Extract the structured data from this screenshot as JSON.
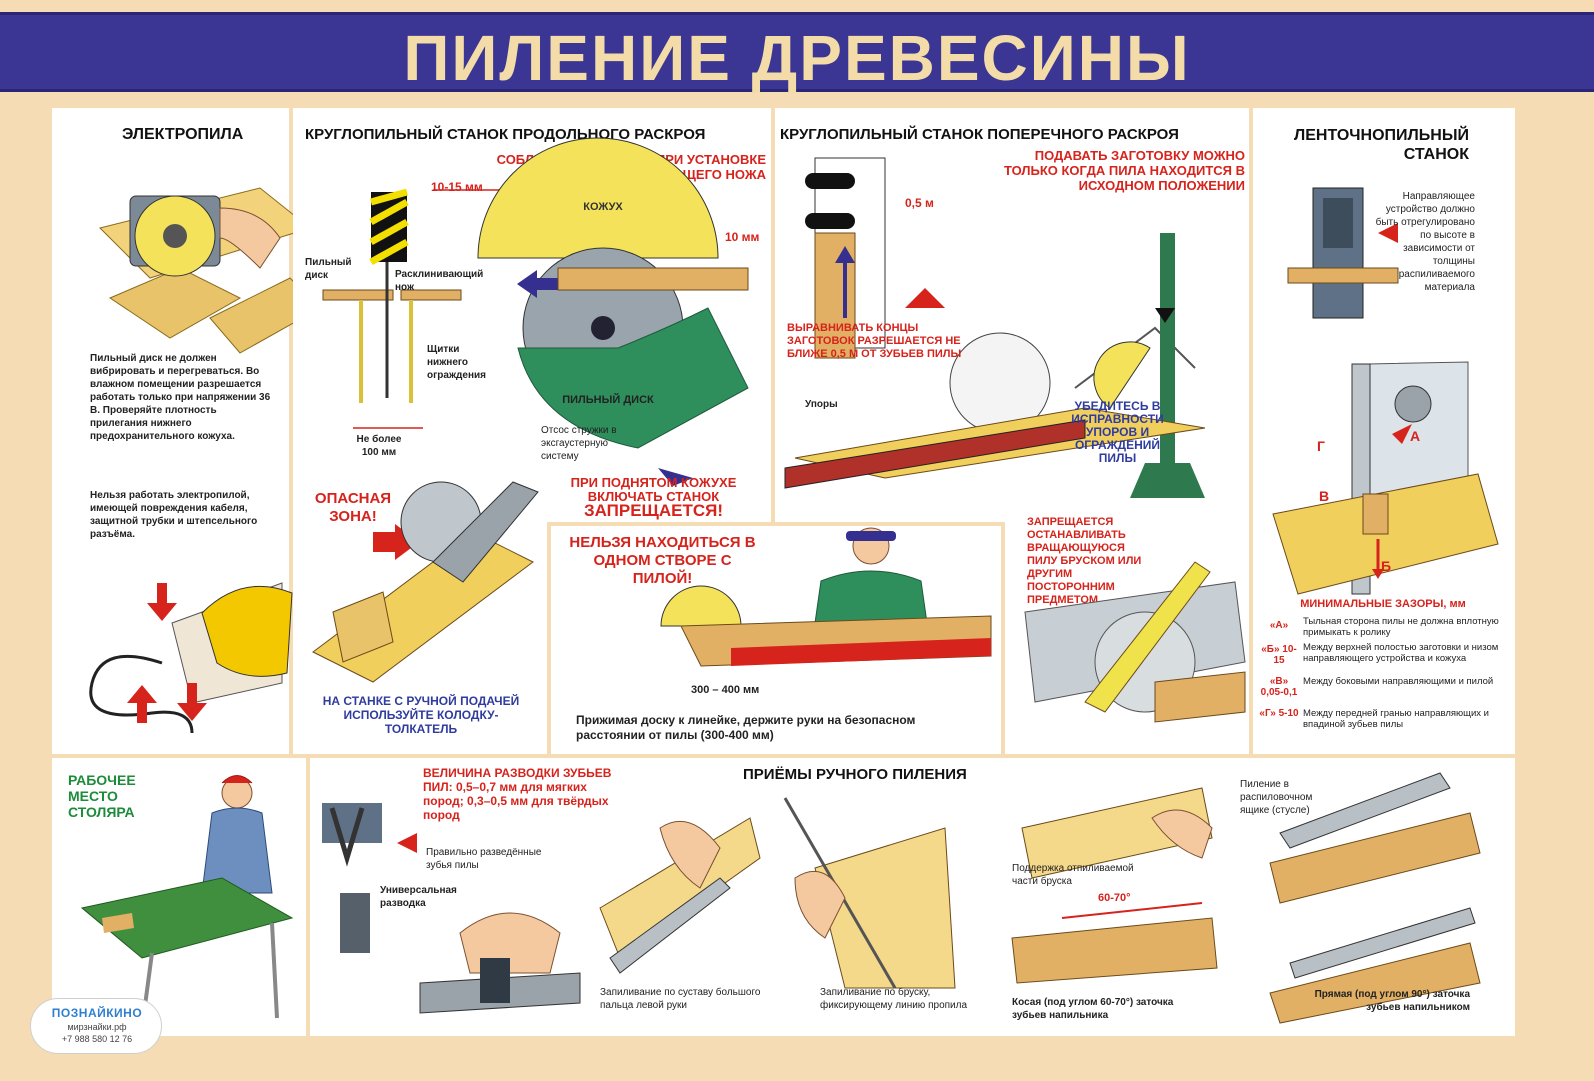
{
  "title": "ПИЛЕНИЕ ДРЕВЕСИНЫ",
  "colors": {
    "banner": "#3b3594",
    "title": "#f3dca8",
    "background": "#f6dcb4",
    "warning": "#d6231c",
    "note": "#2f3c9e"
  },
  "electrosaw": {
    "title": "ЭЛЕКТРОПИЛА",
    "rules": "Пильный диск не должен вибрировать и перегреваться. Во влажном помещении разрешается работать только при напряжении 36 В. Проверяйте плотность прилегания нижнего предохранительного кожуха.",
    "warning": "Нельзя работать электропилой, имеющей повреждения кабеля, защитной трубки и штепсельного разъёма."
  },
  "rip_saw": {
    "title": "КРУГЛОПИЛЬНЫЙ СТАНОК ПРОДОЛЬНОГО РАСКРОЯ",
    "gap_note": "СОБЛЮДАЙТЕ ЗАЗОРЫ ПРИ УСТАНОВКЕ РАСКЛИНИВАЮЩЕГО НОЖА",
    "dim_10_15": "10-15 мм",
    "dim_10": "10 мм",
    "label_disk": "Пильный диск",
    "label_knife": "Расклинивающий нож",
    "label_shields": "Щитки нижнего ограждения",
    "label_max": "Не более 100 мм",
    "hood": "КОЖУХ",
    "disk": "ПИЛЬНЫЙ ДИСК",
    "exhaust": "Отсос стружки в эксгаустерную систему",
    "hood_warning_a": "ПРИ ПОДНЯТОМ КОЖУХЕ ВКЛЮЧАТЬ СТАНОК",
    "hood_warning_b": "ЗАПРЕЩАЕТСЯ!",
    "danger": "ОПАСНАЯ ЗОНА!",
    "pusher": "НА СТАНКЕ С РУЧНОЙ ПОДАЧЕЙ ИСПОЛЬЗУЙТЕ КОЛОДКУ-ТОЛКАТЕЛЬ"
  },
  "cross_saw": {
    "title": "КРУГЛОПИЛЬНЫЙ СТАНОК ПОПЕРЕЧНОГО РАСКРОЯ",
    "feed_note": "ПОДАВАТЬ ЗАГОТОВКУ МОЖНО ТОЛЬКО КОГДА ПИЛА НАХОДИТСЯ В ИСХОДНОМ ПОЛОЖЕНИИ",
    "dim_05": "0,5 м",
    "align_note": "ВЫРАВНИВАТЬ КОНЦЫ ЗАГОТОВОК РАЗРЕШАЕТСЯ НЕ БЛИЖЕ 0,5 м ОТ ЗУБЬЕВ ПИЛЫ",
    "stops": "Упоры",
    "check_note": "УБЕДИТЕСЬ В ИСПРАВНОСТИ УПОРОВ И ОГРАЖДЕНИЙ ПИЛЫ",
    "forbid_note": "ЗАПРЕЩАЕТСЯ ОСТАНАВЛИВАТЬ ВРАЩАЮЩУЮСЯ ПИЛУ БРУСКОМ ИЛИ ДРУГИМ ПОСТОРОННИМ ПРЕДМЕТОМ"
  },
  "alignment": {
    "warning": "НЕЛЬЗЯ НАХОДИТЬСЯ В ОДНОМ СТВОРЕ С ПИЛОЙ!",
    "distance": "300 – 400 мм",
    "caption": "Прижимая доску к линейке, держите руки на безопасном расстоянии от пилы (300-400 мм)"
  },
  "band_saw": {
    "title": "ЛЕНТОЧНОПИЛЬНЫЙ СТАНОК",
    "guide_note": "Направляющее устройство должно быть отрегулировано по высоте в зависимости от толщины распиливаемого материала",
    "gaps_title": "МИНИМАЛЬНЫЕ ЗАЗОРЫ, мм",
    "letters": [
      "Г",
      "А",
      "В",
      "Б"
    ],
    "gaps": [
      {
        "key": "«А»",
        "text": "Тыльная сторона пилы не должна вплотную примыкать к ролику"
      },
      {
        "key": "«Б» 10-15",
        "text": "Между верхней полостью заготовки и низом направляющего устройства и кожуха"
      },
      {
        "key": "«В» 0,05-0,1",
        "text": "Между боковыми направляющими и пилой"
      },
      {
        "key": "«Г» 5-10",
        "text": "Между передней гранью направляющих и впадиной зубьев пилы"
      }
    ]
  },
  "workplace": {
    "title": "РАБОЧЕЕ МЕСТО СТОЛЯРА",
    "brand": "ПОЗНАЙКИНО",
    "site": "мирзнайки.рф",
    "phone": "+7 988 580 12 76"
  },
  "hand_sawing": {
    "title": "ПРИЁМЫ РУЧНОГО ПИЛЕНИЯ",
    "set_note": "ВЕЛИЧИНА РАЗВОДКИ ЗУБЬЕВ ПИЛ: 0,5–0,7 мм для мягких пород; 0,3–0,5 мм для твёрдых пород",
    "set_teeth": "Правильно разведённые зубья пилы",
    "universal": "Универсальная разводка",
    "cap_thumb": "Запиливание по суставу большого пальца левой руки",
    "cap_bar": "Запиливание по бруску, фиксирующему линию пропила",
    "cap_support": "Поддержка отпиливаемой части бруска",
    "angle_label": "60-70°",
    "cap_oblique": "Косая (под углом 60-70°) заточка зубьев напильника",
    "cap_box": "Пиление в распиловочном ящике (стусле)",
    "cap_straight": "Прямая (под углом 90°) заточка зубьев напильником"
  }
}
